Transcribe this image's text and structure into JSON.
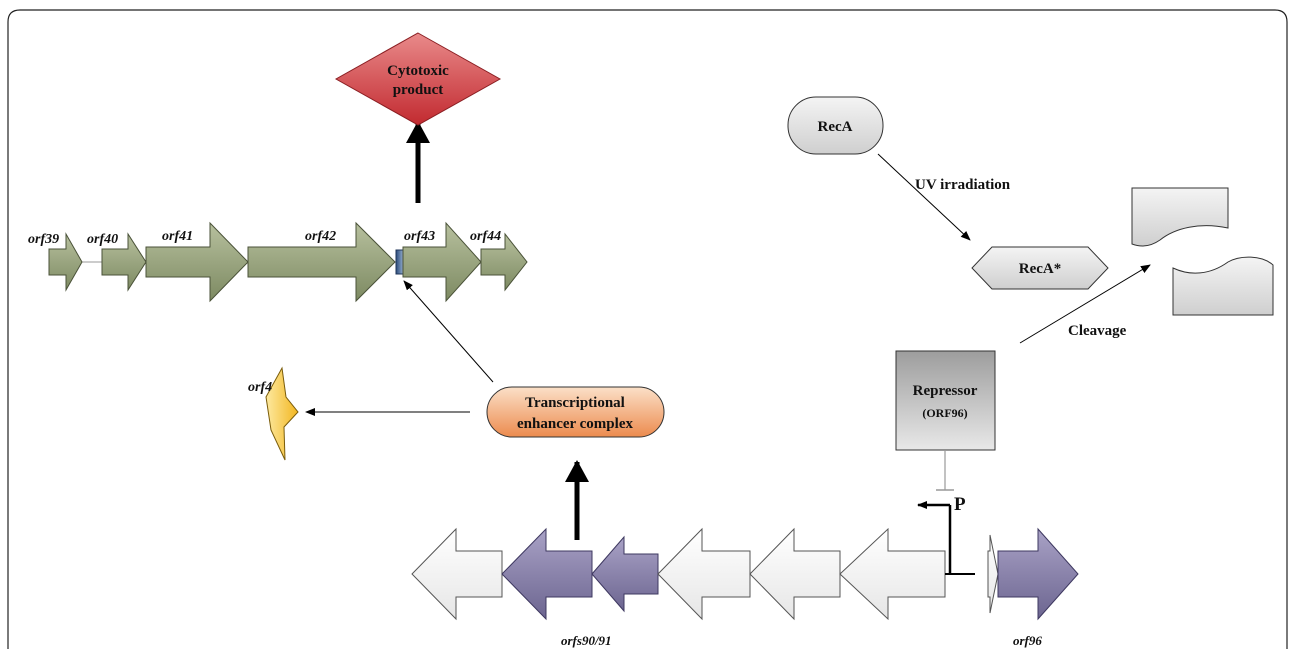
{
  "top_genes": [
    {
      "id": "orf39",
      "label": "orf39"
    },
    {
      "id": "orf40",
      "label": "orf40"
    },
    {
      "id": "orf41",
      "label": "orf41"
    },
    {
      "id": "orf42",
      "label": "orf42"
    },
    {
      "id": "orf43",
      "label": "orf43"
    },
    {
      "id": "orf44",
      "label": "orf44"
    }
  ],
  "cytotoxic": {
    "line1": "Cytotoxic",
    "line2": "product"
  },
  "enhancer": {
    "line1": "Transcriptional",
    "line2": "enhancer complex"
  },
  "orf4": "orf4",
  "reca": "RecA",
  "reca_star": "RecA*",
  "uv": "UV irradiation",
  "cleavage": "Cleavage",
  "repressor": {
    "line1": "Repressor",
    "line2": "(ORF96)"
  },
  "promoter": "P",
  "bottom_labels": {
    "orfs9091": "orfs90/91",
    "orf96": "orf96"
  },
  "colors": {
    "olive_gene": "#8a9670",
    "purple_gene": "#7d76a0",
    "white_gene": "#f1f1f1",
    "cytotoxic_red": "#c9343a",
    "enhancer_orange": "#ee9a62",
    "orf4_yellow": "#f4c330"
  }
}
